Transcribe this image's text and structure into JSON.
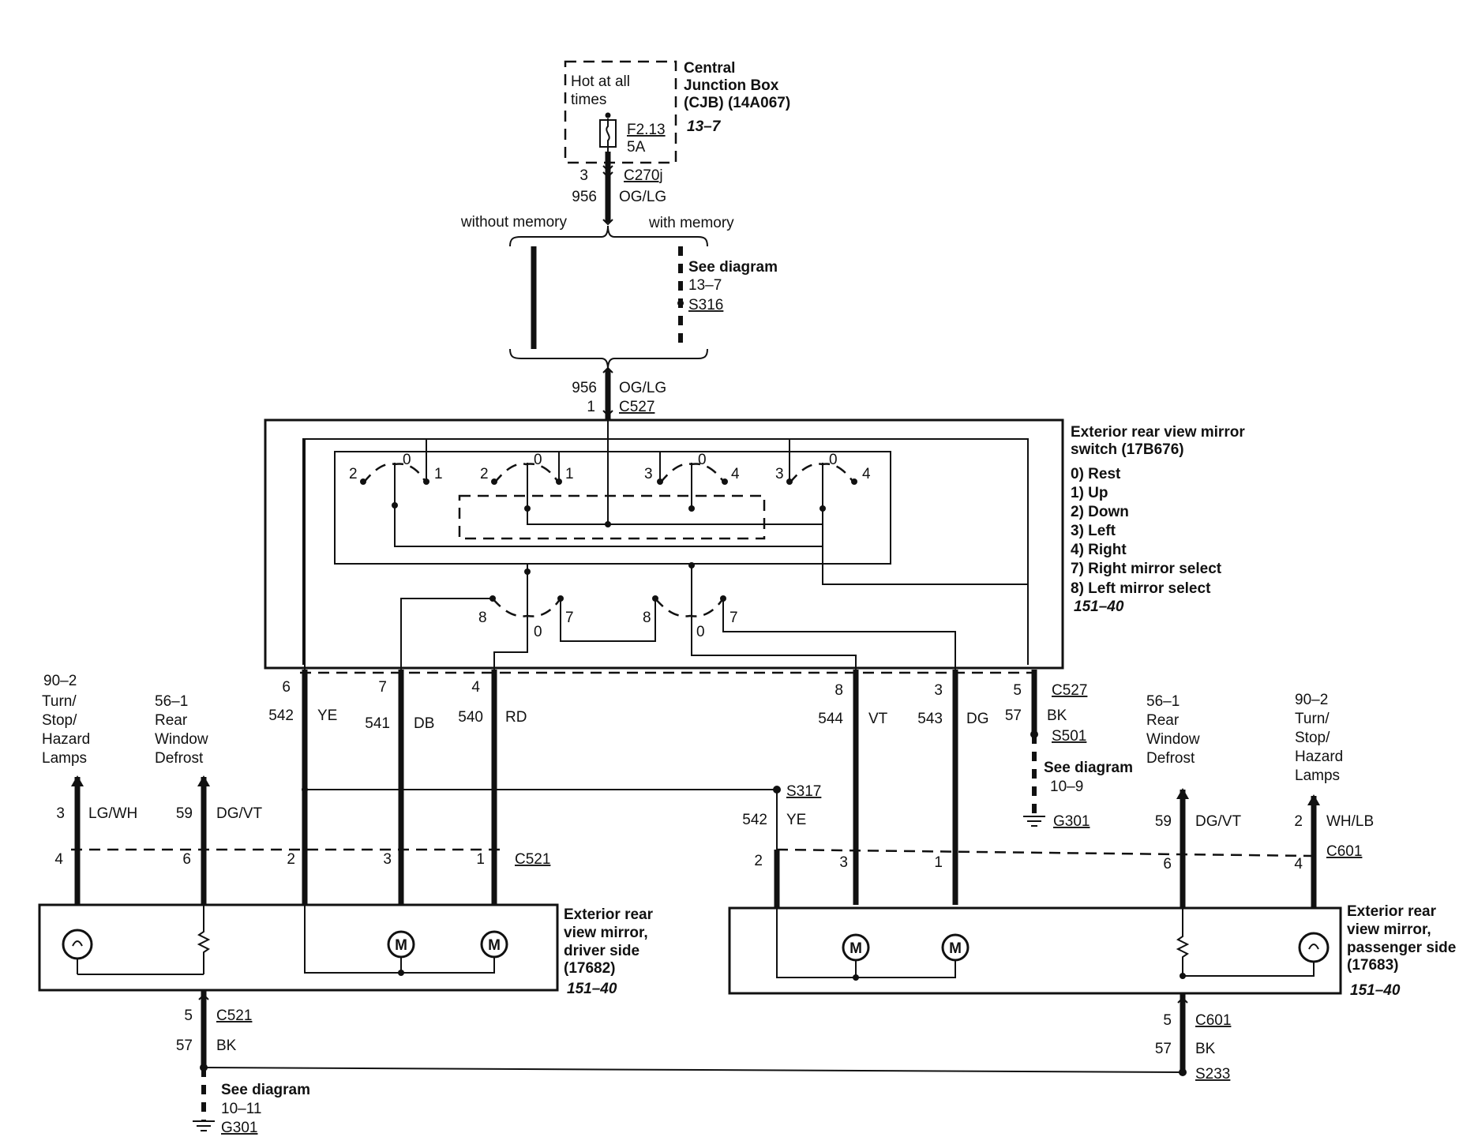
{
  "cjb": {
    "title_lines": [
      "Central",
      "Junction Box",
      "(CJB) (14A067)"
    ],
    "ref": "13–7",
    "hot_lines": [
      "Hot at all",
      "times"
    ],
    "fuse_id": "F2.13",
    "fuse_rating": "5A"
  },
  "feed": {
    "top_pin": "3",
    "top_connector": "C270j",
    "circuit": "956",
    "color": "OG/LG",
    "bottom_circuit": "956",
    "bottom_color": "OG/LG",
    "bottom_pin": "1",
    "bottom_connector": "C527"
  },
  "branch": {
    "without_memory": "without memory",
    "with_memory": "with memory",
    "see_diagram": "See diagram",
    "see_ref": "13–7",
    "splice": "S316"
  },
  "switch": {
    "title_lines": [
      "Exterior rear view mirror",
      "switch (17B676)"
    ],
    "legend": [
      "0) Rest",
      "1) Up",
      "2) Down",
      "3) Left",
      "4) Right",
      "7) Right mirror select",
      "8) Left mirror select"
    ],
    "ref": "151–40",
    "contacts": {
      "a": [
        "2",
        "0",
        "1"
      ],
      "b": [
        "2",
        "0",
        "1"
      ],
      "c": [
        "3",
        "0",
        "4"
      ],
      "d": [
        "3",
        "0",
        "4"
      ],
      "e": [
        "8",
        "0",
        "7"
      ],
      "f": [
        "8",
        "0",
        "7"
      ]
    }
  },
  "left_wires": [
    {
      "pin": "6",
      "circuit": "542",
      "color": "YE"
    },
    {
      "pin": "7",
      "circuit": "541",
      "color": "DB"
    },
    {
      "pin": "4",
      "circuit": "540",
      "color": "RD"
    }
  ],
  "right_wires": [
    {
      "pin": "8",
      "circuit": "544",
      "color": "VT"
    },
    {
      "pin": "3",
      "circuit": "543",
      "color": "DG"
    }
  ],
  "ground_right": {
    "pin": "5",
    "connector": "C527",
    "circuit": "57",
    "color": "BK",
    "splice": "S501",
    "see_diagram": "See diagram",
    "see_ref": "10–9",
    "ground": "G301"
  },
  "s317": {
    "splice": "S317",
    "circuit": "542",
    "color": "YE"
  },
  "driver": {
    "turn_ref": "90–2",
    "turn_lines": [
      "Turn/",
      "Stop/",
      "Hazard",
      "Lamps"
    ],
    "defrost_ref": "56–1",
    "defrost_lines": [
      "Rear",
      "Window",
      "Defrost"
    ],
    "turn_circuit": "3",
    "turn_color": "LG/WH",
    "defrost_circuit": "59",
    "defrost_color": "DG/VT",
    "connector": "C521",
    "pins": [
      "4",
      "6",
      "2",
      "3",
      "1"
    ],
    "title_lines": [
      "Exterior rear",
      "view mirror,",
      "driver side",
      "(17682)"
    ],
    "ref": "151–40",
    "ground_pin": "5",
    "ground_connector": "C521",
    "ground_circuit": "57",
    "ground_color": "BK",
    "see_diagram": "See diagram",
    "see_ref": "10–11",
    "ground": "G301"
  },
  "passenger": {
    "turn_ref": "90–2",
    "turn_lines": [
      "Turn/",
      "Stop/",
      "Hazard",
      "Lamps"
    ],
    "defrost_ref": "56–1",
    "defrost_lines": [
      "Rear",
      "Window",
      "Defrost"
    ],
    "turn_circuit": "2",
    "turn_color": "WH/LB",
    "defrost_circuit": "59",
    "defrost_color": "DG/VT",
    "connector": "C601",
    "pins": [
      "2",
      "3",
      "1",
      "6",
      "4"
    ],
    "title_lines": [
      "Exterior rear",
      "view mirror,",
      "passenger side",
      "(17683)"
    ],
    "ref": "151–40",
    "ground_pin": "5",
    "ground_connector": "C601",
    "ground_circuit": "57",
    "ground_color": "BK",
    "splice": "S233"
  },
  "motor_label": "M"
}
